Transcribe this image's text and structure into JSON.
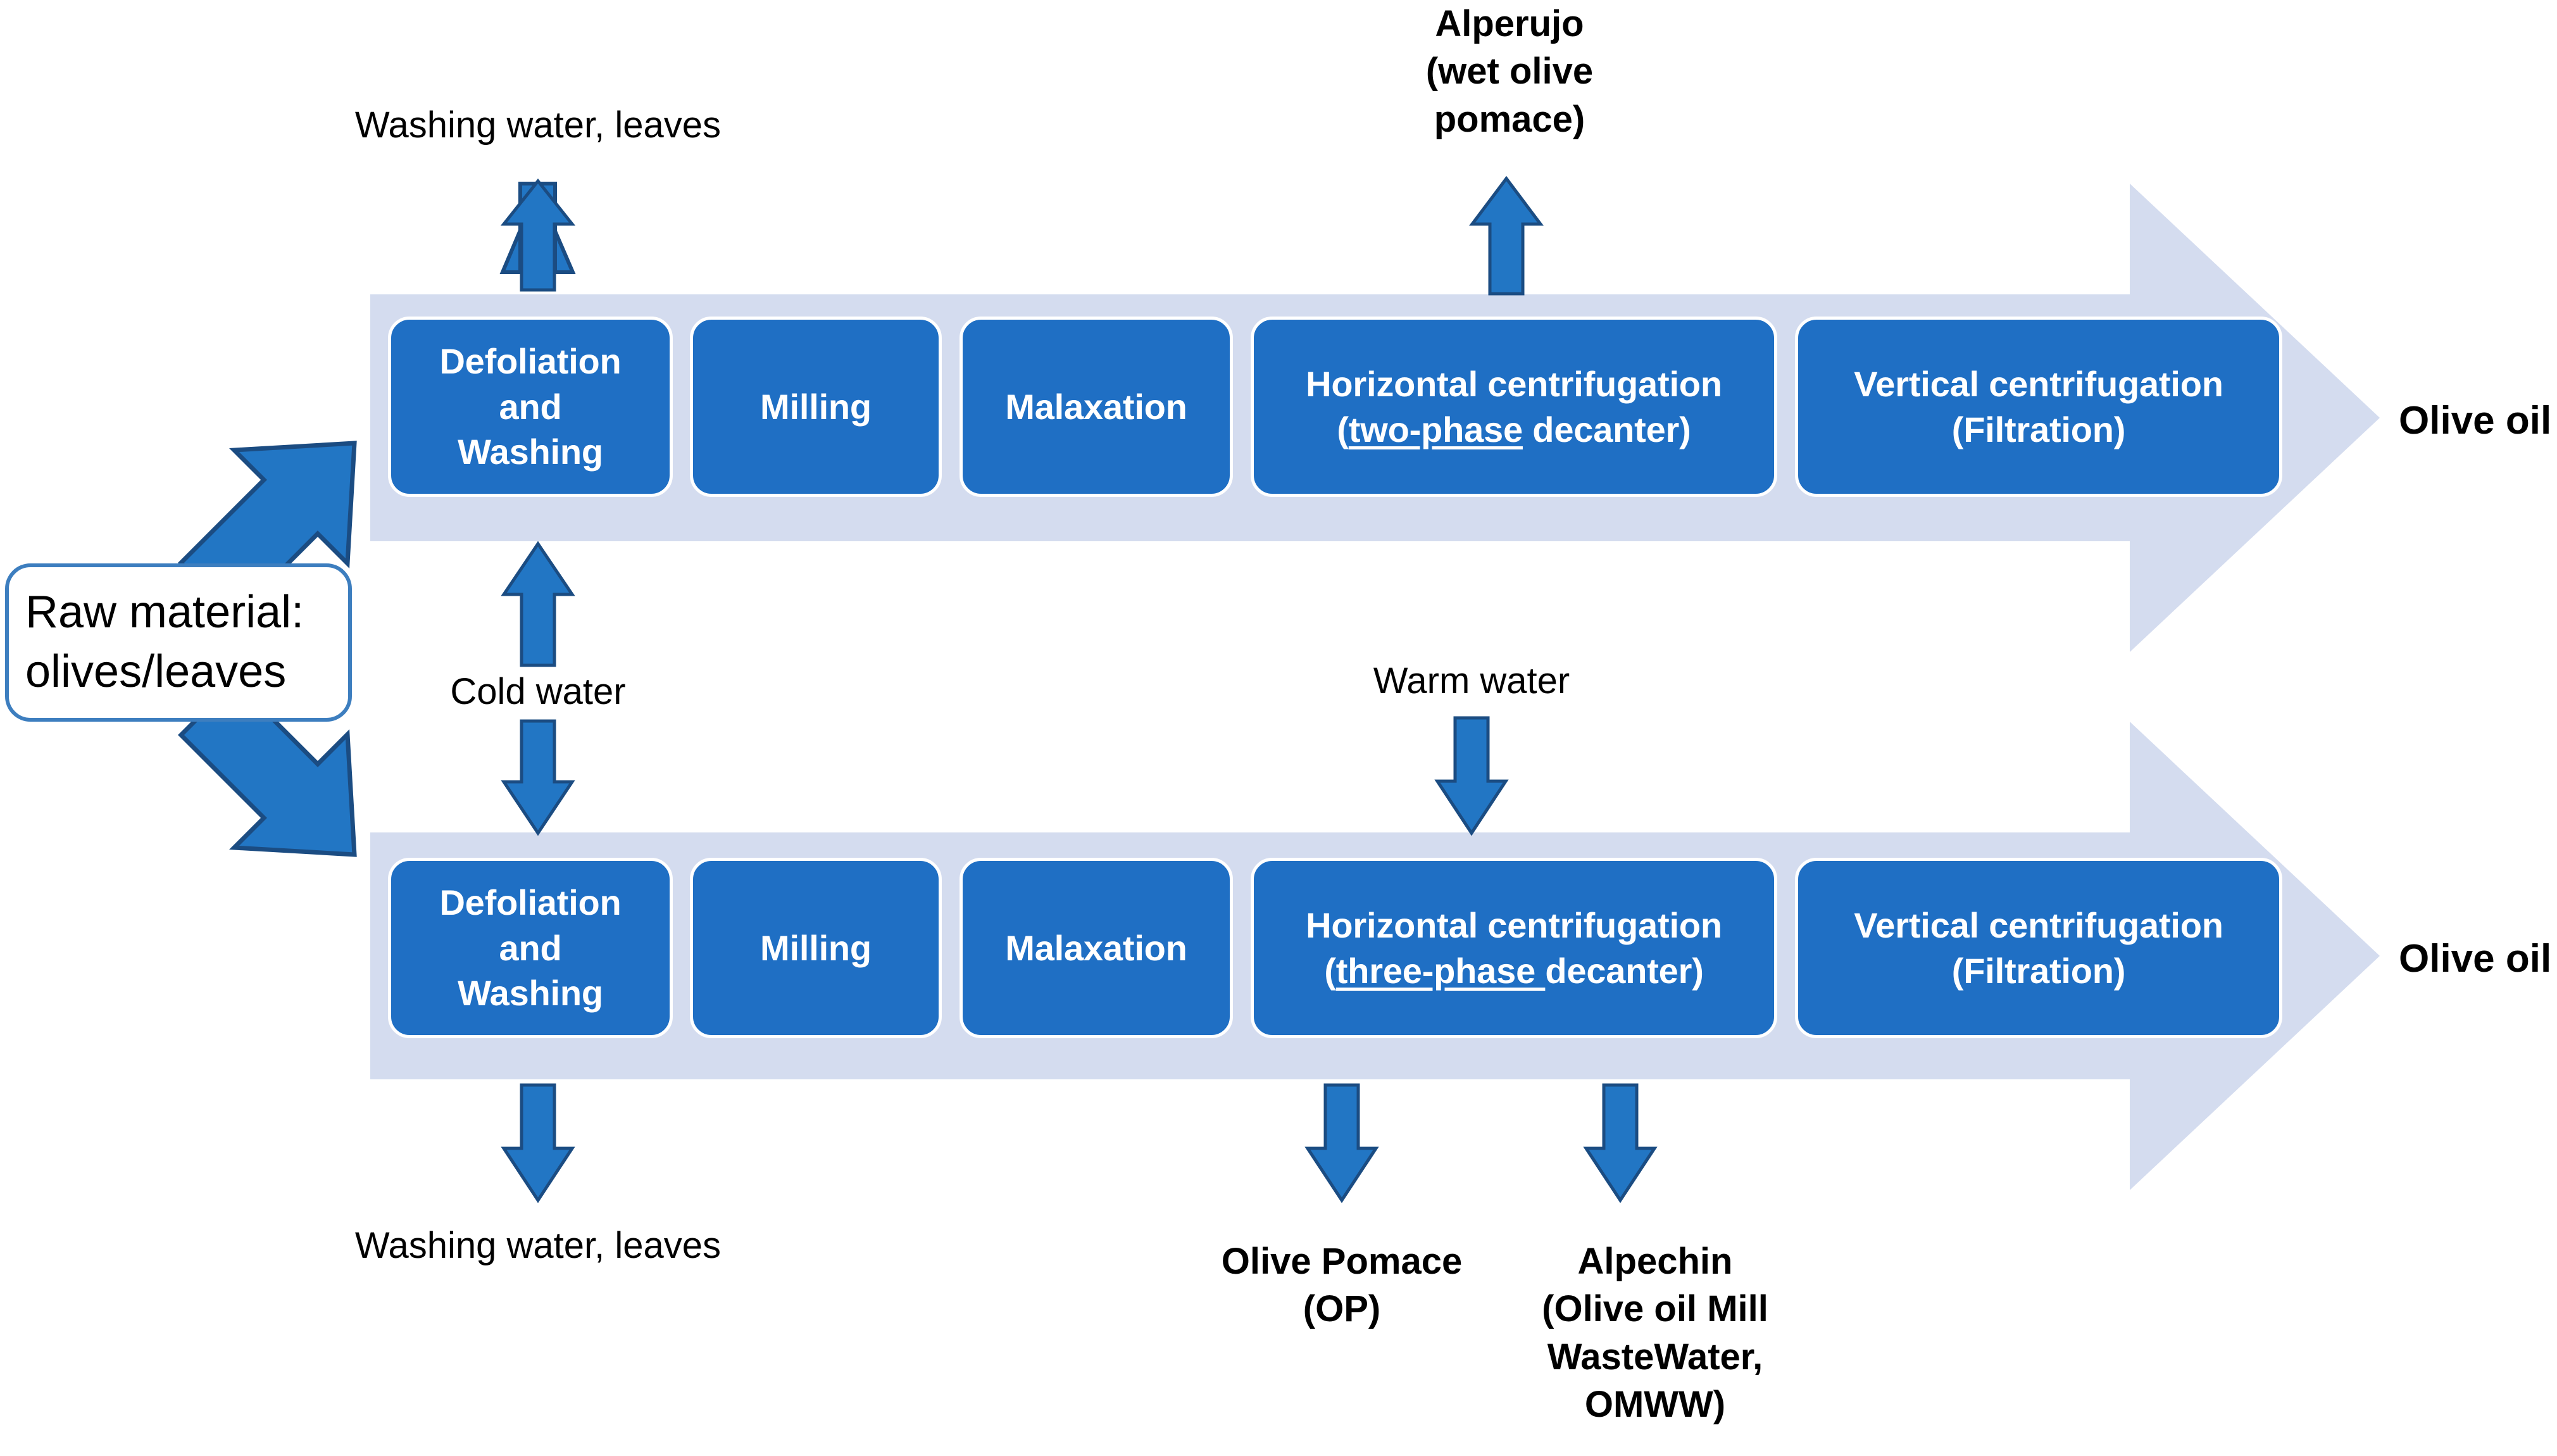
{
  "diagram": {
    "title": "Olive oil extraction process: two-phase and three-phase systems",
    "colors": {
      "box_fill": "#1F6FC4",
      "box_border": "#FFFFFF",
      "band_fill": "#D4DCEF",
      "arrow_fill": "#2276C4",
      "arrow_stroke": "#1B4C82",
      "raw_border": "#3D7EBF",
      "text_dark": "#000000",
      "text_light": "#FFFFFF"
    }
  },
  "input": {
    "raw_material_line1": "Raw material:",
    "raw_material_line2": "olives/leaves"
  },
  "rows": [
    {
      "id": "two-phase-row",
      "steps": [
        {
          "name": "defoliation-and-washing",
          "lines": [
            "Defoliation",
            "and",
            "Washing"
          ]
        },
        {
          "name": "milling",
          "lines": [
            "Milling"
          ]
        },
        {
          "name": "malaxation",
          "lines": [
            "Malaxation"
          ]
        },
        {
          "name": "horizontal-centrifugation",
          "lines": [
            "Horizontal centrifugation"
          ],
          "line2_pre": "(",
          "line2_underlined": "two-phase",
          "line2_post": " decanter)"
        },
        {
          "name": "vertical-centrifugation",
          "lines": [
            "Vertical centrifugation",
            "(Filtration)"
          ]
        }
      ],
      "output_label": "Olive oil",
      "inputs_above": [
        {
          "name": "washing-water-leaves-top",
          "text": "Washing water, leaves",
          "direction": "up"
        },
        {
          "name": "alperujo",
          "text_lines": [
            "Alperujo",
            "(wet olive",
            "pomace)"
          ],
          "direction": "up",
          "bold": true
        }
      ]
    },
    {
      "id": "three-phase-row",
      "steps": [
        {
          "name": "defoliation-and-washing",
          "lines": [
            "Defoliation",
            "and",
            "Washing"
          ]
        },
        {
          "name": "milling",
          "lines": [
            "Milling"
          ]
        },
        {
          "name": "malaxation",
          "lines": [
            "Malaxation"
          ]
        },
        {
          "name": "horizontal-centrifugation",
          "lines": [
            "Horizontal centrifugation"
          ],
          "line2_pre": "(",
          "line2_underlined": "three-phase ",
          "line2_post": "decanter)"
        },
        {
          "name": "vertical-centrifugation",
          "lines": [
            "Vertical centrifugation",
            "(Filtration)"
          ]
        }
      ],
      "output_label": "Olive oil",
      "outputs_below": [
        {
          "name": "washing-water-leaves-bottom",
          "text": "Washing water, leaves",
          "direction": "down"
        },
        {
          "name": "olive-pomace",
          "text_lines": [
            "Olive Pomace",
            "(OP)"
          ],
          "direction": "down",
          "bold": true
        },
        {
          "name": "alpechin",
          "text_lines": [
            "Alpechin",
            "(Olive oil Mill",
            "WasteWater,",
            "OMWW)"
          ],
          "direction": "down",
          "bold": true
        }
      ]
    }
  ],
  "between": {
    "cold_water": "Cold water",
    "warm_water": "Warm water"
  }
}
